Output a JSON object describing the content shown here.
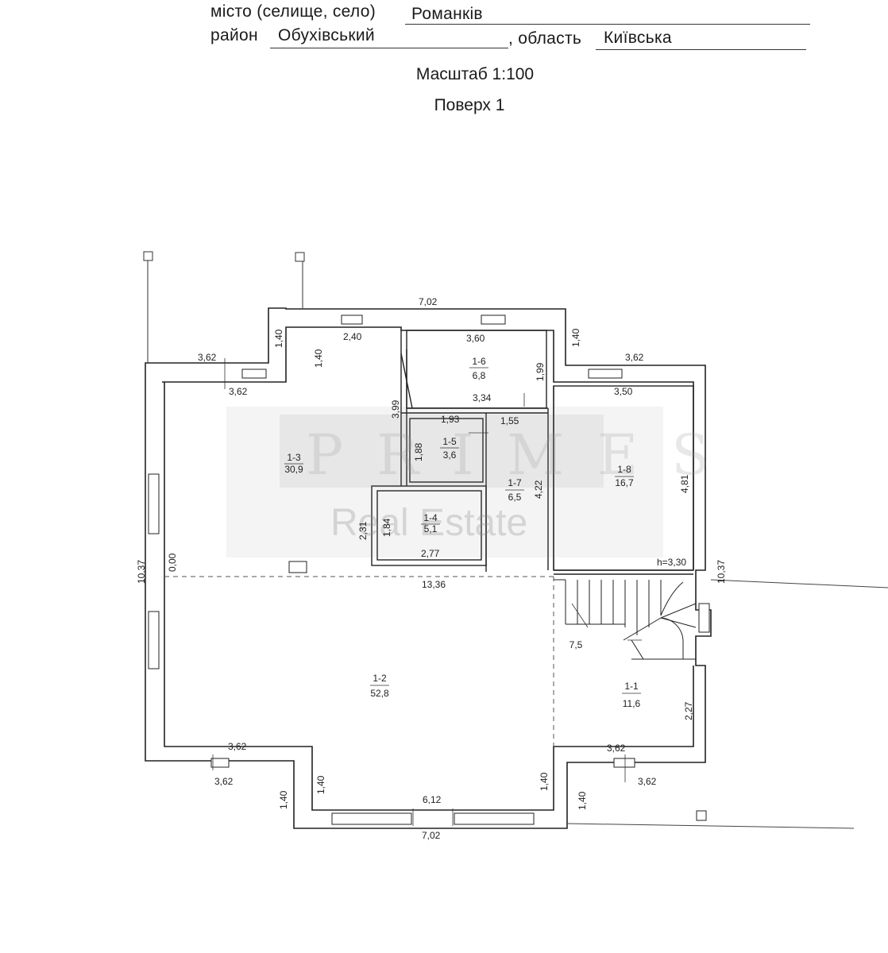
{
  "header": {
    "city_label": "місто (селище, село)",
    "city_value": "Романків",
    "district_label": "район",
    "district_value": "Обухівський",
    "region_label": ", область",
    "region_value": "Київська",
    "scale": "Масштаб 1:100",
    "floor": "Поверх 1"
  },
  "watermark": {
    "line1": "PRIMES",
    "line2": "Real Estate"
  },
  "rooms": [
    {
      "id": "1-1",
      "area": "11,6"
    },
    {
      "id": "1-2",
      "area": "52,8"
    },
    {
      "id": "1-3",
      "area": "30,9"
    },
    {
      "id": "1-4",
      "area": "5,1"
    },
    {
      "id": "1-5",
      "area": "3,6"
    },
    {
      "id": "1-6",
      "area": "6,8"
    },
    {
      "id": "1-7",
      "area": "6,5"
    },
    {
      "id": "1-8",
      "area": "16,7"
    }
  ],
  "stair_area": "7,5",
  "height_note": "h=3,30",
  "dimensions": {
    "top_outer": "7,02",
    "bottom_outer": "7,02",
    "bottom_inner": "6,12",
    "left_total": "10,37",
    "right_total": "10,37",
    "middle": "13,36",
    "zero": "0,00",
    "room_1_3_top": "2,40",
    "room_1_6_top": "3,60",
    "room_1_6_inner": "3,34",
    "room_1_6_side": "1,99",
    "room_1_8_top": "3,50",
    "room_1_8_side": "4,81",
    "room_1_5_top": "1,93",
    "room_1_7_top": "1,55",
    "room_1_5_side": "1,88",
    "wall_3_99": "3,99",
    "room_1_7_side": "4,22",
    "room_1_4_bottom": "2,77",
    "room_1_4_side": "1,84",
    "room_1_4_left": "2,31",
    "room_1_1_side": "2,27",
    "bay_left_top_a": "3,62",
    "bay_left_top_b": "3,62",
    "bay_right_top": "3,62",
    "bay_left_bottom_a": "3,62",
    "bay_left_bottom_b": "3,62",
    "bay_right_bottom_a": "3,62",
    "bay_right_bottom_b": "3,62",
    "offset_tl_a": "1,40",
    "offset_tl_b": "1,40",
    "offset_tr": "1,40",
    "offset_bl_a": "1,40",
    "offset_bl_b": "1,40",
    "offset_br_a": "1,40",
    "offset_br_b": "1,40"
  }
}
